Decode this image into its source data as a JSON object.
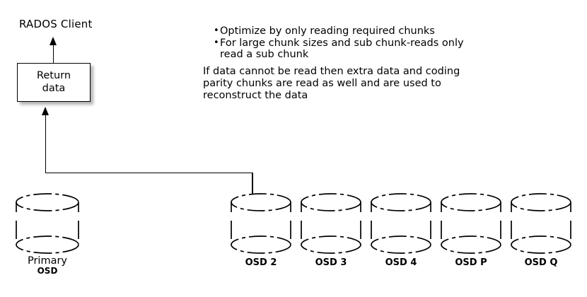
{
  "diagram": {
    "title_label": "RADOS Client",
    "return_box": {
      "text": "Return\ndata"
    },
    "notes": {
      "bullets": [
        "Optimize by only reading required chunks",
        "For large chunk sizes and sub chunk-reads only\nread a sub chunk"
      ],
      "paragraph": "If data cannot be read then extra data and coding\nparity chunks are read as well and are used to\nreconstruct the data"
    },
    "primary_node": {
      "label_line1": "Primary",
      "label_line2": "OSD"
    },
    "osd_nodes": [
      {
        "label": "OSD 2"
      },
      {
        "label": "OSD 3"
      },
      {
        "label": "OSD 4"
      },
      {
        "label": "OSD P"
      },
      {
        "label": "OSD Q"
      }
    ],
    "colors": {
      "stroke": "#000000",
      "background": "#ffffff",
      "shadow": "rgba(0,0,0,0.30)"
    }
  }
}
